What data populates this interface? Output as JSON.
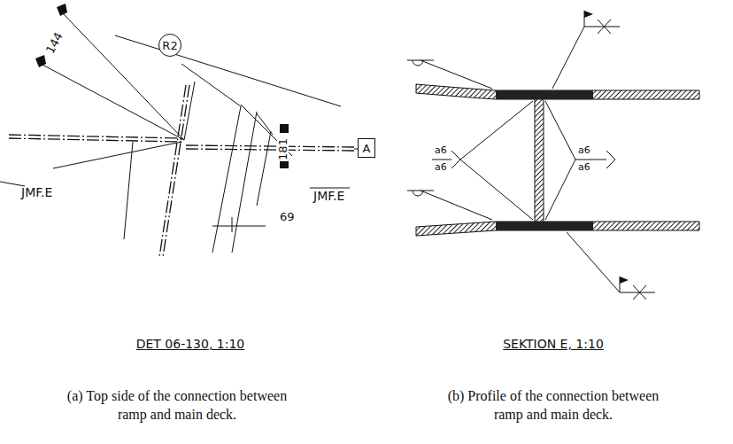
{
  "diagram": {
    "nodes": [
      {
        "text": [
          "R2"
        ]
      },
      {
        "text": [
          "A"
        ]
      }
    ],
    "labels": [
      "144",
      "181",
      "69",
      "JMF.E",
      "JMF.E",
      "DET 06-130, 1:10",
      "a6",
      "a6",
      "a6",
      "a6",
      "SEKTION E, 1:10",
      "(a) Top side of the connection between ramp and main deck.",
      "(b) Profile of the connection between ramp and main deck."
    ]
  }
}
